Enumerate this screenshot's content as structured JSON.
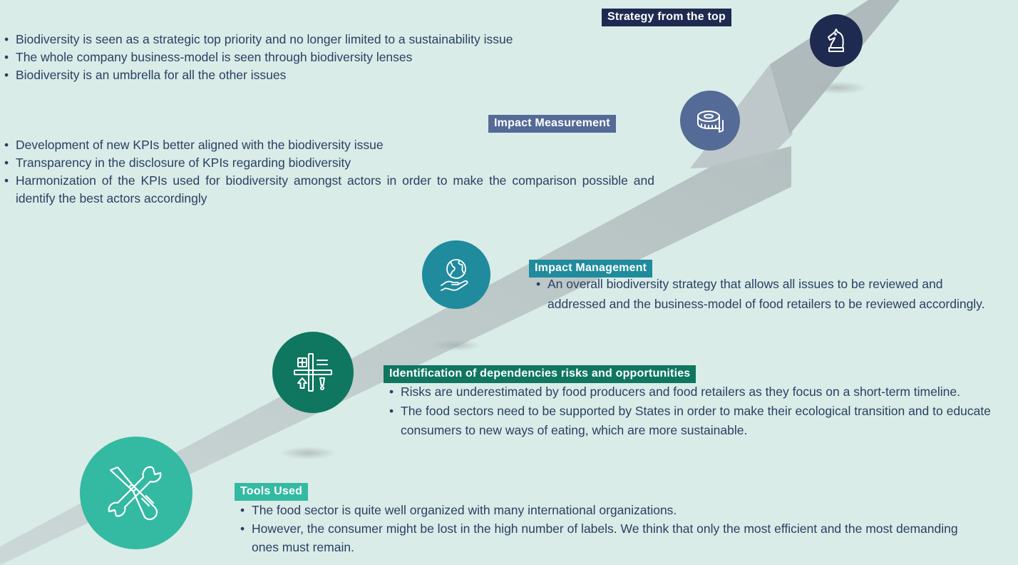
{
  "stages": [
    {
      "id": "strategy",
      "title": "Strategy from the top",
      "icon": "chess-knight-icon",
      "color": "#1e2a4f",
      "bullets": [
        "Biodiversity is seen as a strategic top priority and no longer limited to a sustainability issue",
        "The whole company business-model is seen through biodiversity lenses",
        "Biodiversity is an umbrella for all the other issues"
      ]
    },
    {
      "id": "measurement",
      "title": "Impact Measurement",
      "icon": "measuring-tape-icon",
      "color": "#546a97",
      "bullets": [
        "Development of new KPIs better aligned with the biodiversity issue",
        "Transparency in the disclosure of KPIs regarding biodiversity",
        "Harmonization of the KPIs used for biodiversity amongst actors in order to make the comparison possible and identify the best actors accordingly"
      ]
    },
    {
      "id": "management",
      "title": "Impact Management",
      "icon": "globe-in-hand-icon",
      "color": "#1f8b9c",
      "bullets": [
        "An overall biodiversity strategy that allows all issues to be reviewed and addressed and the business-model of food retailers to be reviewed accordingly."
      ]
    },
    {
      "id": "identification",
      "title": "Identification of dependencies risks and opportunities",
      "icon": "plus-minus-arrow-exclamation-icon",
      "color": "#0f7660",
      "bullets": [
        "Risks are underestimated by food producers and food retailers as they focus on a short-term timeline.",
        "The food sectors need to be supported by States in order to make their ecological transition and to educate consumers to new ways of eating, which are more sustainable."
      ]
    },
    {
      "id": "tools",
      "title": "Tools Used",
      "icon": "wrench-screwdriver-icon",
      "color": "#34b9a2",
      "bullets": [
        "The food sector is quite well organized with many international organizations.",
        "However, the consumer might be lost in the high number of labels. We think that only the most efficient and the most demanding ones must remain."
      ]
    }
  ]
}
